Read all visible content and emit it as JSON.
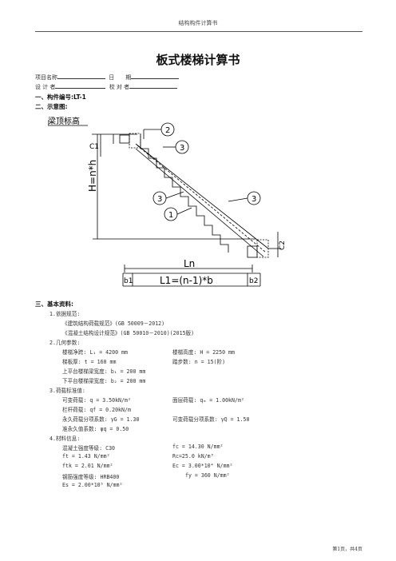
{
  "header": {
    "running_title": "结构构件计算书"
  },
  "title": "板式楼梯计算书",
  "project": {
    "name_label": "项目名称",
    "date_label": "日　　期",
    "designer_label": "设 计 者",
    "checker_label": "校 对 者"
  },
  "sections": {
    "s1": "一、构件编号:LT-1",
    "s2": "二、示意图:",
    "s3": "三、基本资料:"
  },
  "diagram": {
    "label_top": "梁顶标高",
    "c1": "C1",
    "c2": "C2",
    "height": "H=n*h",
    "ln": "Ln",
    "b1": "b1",
    "b2": "b2",
    "l1": "L1=(n-1)*b",
    "circle1": "1",
    "circle2": "2",
    "circle3": "3"
  },
  "content": {
    "i1": "1.依据规范:",
    "code1": "《建筑结构荷载规范》(GB 50009－2012)",
    "code2": "《混凝土结构设计规范》(GB 50010－2010)(2015版)",
    "i2": "2.几何参数:",
    "g1a": "楼梯净跨: L₁ = 4200 mm",
    "g1b": "楼梯高度: H = 2250 mm",
    "g2a": "梯板厚: t = 160 mm",
    "g2b": "踏步数: n = 15(阶)",
    "g3": "上平台楼梯梁宽度: b₁ = 200 mm",
    "g4": "下平台楼梯梁宽度: b₂ = 200 mm",
    "i3": "3.荷载标准值:",
    "l1a": "可变荷载: q = 3.50kN/m²",
    "l1b": "面层荷载: qₘ = 1.00kN/m²",
    "l2": "栏杆荷载: qf = 0.20kN/m",
    "l3a": "永久荷载分项系数: γG = 1.30",
    "l3b": "可变荷载分项系数: γQ = 1.50",
    "l4": "准永久值系数: ψq = 0.50",
    "i4": "4.材料信息:",
    "m1a": "混凝土强度等级: C30",
    "m1b": "fc = 14.30 N/mm²",
    "m2a": "ft = 1.43 N/mm²",
    "m2b": "Rc=25.0 kN/m³",
    "m3a": "ftk = 2.01 N/mm²",
    "m3b": "Ec = 3.00*10⁴ N/mm²",
    "m4a": "钢筋强度等级: HRB400",
    "m4b": "fy = 360 N/mm²",
    "m5": "Es = 2.00*10⁵ N/mm²"
  },
  "footer": {
    "page": "第1页，共4页"
  }
}
